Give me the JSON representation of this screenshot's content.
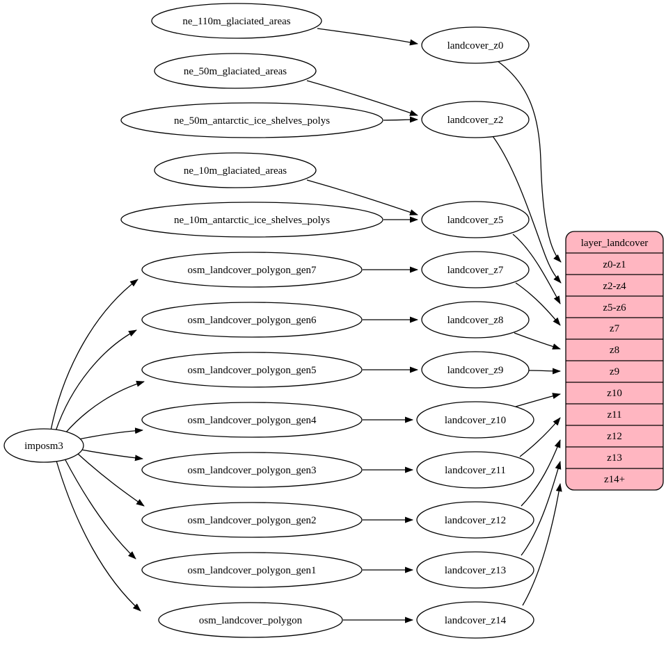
{
  "diagram": {
    "type": "dependency-graph",
    "background": "#ffffff",
    "stroke_color": "#000000",
    "importer": {
      "label": "imposm3"
    },
    "sources": [
      {
        "label": "ne_110m_glaciated_areas"
      },
      {
        "label": "ne_50m_glaciated_areas"
      },
      {
        "label": "ne_50m_antarctic_ice_shelves_polys"
      },
      {
        "label": "ne_10m_glaciated_areas"
      },
      {
        "label": "ne_10m_antarctic_ice_shelves_polys"
      },
      {
        "label": "osm_landcover_polygon_gen7"
      },
      {
        "label": "osm_landcover_polygon_gen6"
      },
      {
        "label": "osm_landcover_polygon_gen5"
      },
      {
        "label": "osm_landcover_polygon_gen4"
      },
      {
        "label": "osm_landcover_polygon_gen3"
      },
      {
        "label": "osm_landcover_polygon_gen2"
      },
      {
        "label": "osm_landcover_polygon_gen1"
      },
      {
        "label": "osm_landcover_polygon"
      }
    ],
    "intermediate": [
      {
        "label": "landcover_z0"
      },
      {
        "label": "landcover_z2"
      },
      {
        "label": "landcover_z5"
      },
      {
        "label": "landcover_z7"
      },
      {
        "label": "landcover_z8"
      },
      {
        "label": "landcover_z9"
      },
      {
        "label": "landcover_z10"
      },
      {
        "label": "landcover_z11"
      },
      {
        "label": "landcover_z12"
      },
      {
        "label": "landcover_z13"
      },
      {
        "label": "landcover_z14"
      }
    ],
    "layer_table": {
      "title": "layer_landcover",
      "fill": "#ffb6c1",
      "rows": [
        "z0-z1",
        "z2-z4",
        "z5-z6",
        "z7",
        "z8",
        "z9",
        "z10",
        "z11",
        "z12",
        "z13",
        "z14+"
      ]
    },
    "edges": [
      {
        "from": "ne_110m_glaciated_areas",
        "to": "landcover_z0"
      },
      {
        "from": "ne_50m_glaciated_areas",
        "to": "landcover_z2"
      },
      {
        "from": "ne_50m_antarctic_ice_shelves_polys",
        "to": "landcover_z2"
      },
      {
        "from": "ne_10m_glaciated_areas",
        "to": "landcover_z5"
      },
      {
        "from": "ne_10m_antarctic_ice_shelves_polys",
        "to": "landcover_z5"
      },
      {
        "from": "osm_landcover_polygon_gen7",
        "to": "landcover_z7"
      },
      {
        "from": "osm_landcover_polygon_gen6",
        "to": "landcover_z8"
      },
      {
        "from": "osm_landcover_polygon_gen5",
        "to": "landcover_z9"
      },
      {
        "from": "osm_landcover_polygon_gen4",
        "to": "landcover_z10"
      },
      {
        "from": "osm_landcover_polygon_gen3",
        "to": "landcover_z11"
      },
      {
        "from": "osm_landcover_polygon_gen2",
        "to": "landcover_z12"
      },
      {
        "from": "osm_landcover_polygon_gen1",
        "to": "landcover_z13"
      },
      {
        "from": "osm_landcover_polygon",
        "to": "landcover_z14"
      },
      {
        "from": "imposm3",
        "to": "osm_landcover_polygon_gen7"
      },
      {
        "from": "imposm3",
        "to": "osm_landcover_polygon_gen6"
      },
      {
        "from": "imposm3",
        "to": "osm_landcover_polygon_gen5"
      },
      {
        "from": "imposm3",
        "to": "osm_landcover_polygon_gen4"
      },
      {
        "from": "imposm3",
        "to": "osm_landcover_polygon_gen3"
      },
      {
        "from": "imposm3",
        "to": "osm_landcover_polygon_gen2"
      },
      {
        "from": "imposm3",
        "to": "osm_landcover_polygon_gen1"
      },
      {
        "from": "imposm3",
        "to": "osm_landcover_polygon"
      },
      {
        "from": "landcover_z0",
        "to": "layer_landcover:z0-z1"
      },
      {
        "from": "landcover_z2",
        "to": "layer_landcover:z2-z4"
      },
      {
        "from": "landcover_z5",
        "to": "layer_landcover:z5-z6"
      },
      {
        "from": "landcover_z7",
        "to": "layer_landcover:z7"
      },
      {
        "from": "landcover_z8",
        "to": "layer_landcover:z8"
      },
      {
        "from": "landcover_z9",
        "to": "layer_landcover:z9"
      },
      {
        "from": "landcover_z10",
        "to": "layer_landcover:z10"
      },
      {
        "from": "landcover_z11",
        "to": "layer_landcover:z11"
      },
      {
        "from": "landcover_z12",
        "to": "layer_landcover:z12"
      },
      {
        "from": "landcover_z13",
        "to": "layer_landcover:z13"
      },
      {
        "from": "landcover_z14",
        "to": "layer_landcover:z14+"
      }
    ]
  }
}
